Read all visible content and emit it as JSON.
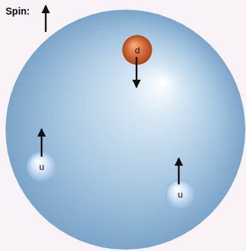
{
  "diagram": {
    "nodes": [
      {
        "text": [
          "d"
        ]
      },
      {
        "text": [
          "u"
        ]
      },
      {
        "text": [
          "u"
        ]
      }
    ],
    "labels": [
      "Spin:"
    ]
  }
}
